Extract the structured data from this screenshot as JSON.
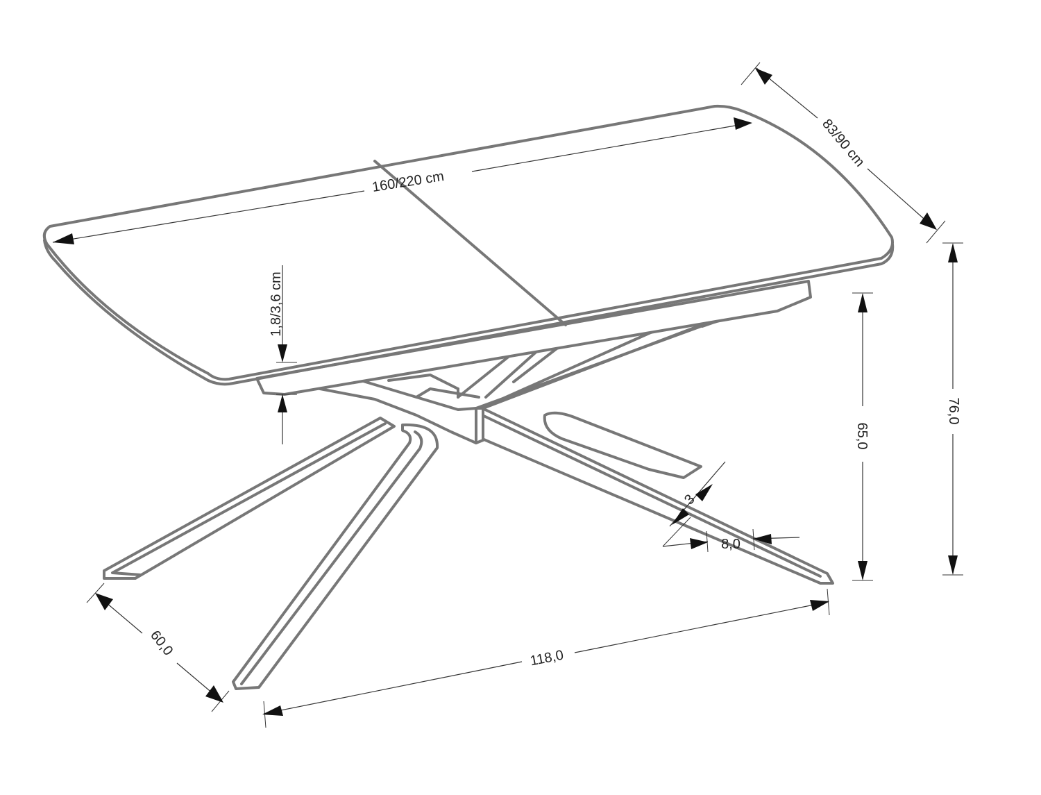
{
  "dimensions": {
    "length": "160/220 cm",
    "width": "83/90 cm",
    "top_thickness": "1,8/3,6 cm",
    "height": "76,0",
    "leg_height": "65,0",
    "base_length": "118,0",
    "base_width": "60,0",
    "leg_width": "8,0",
    "leg_thickness": "3"
  },
  "colors": {
    "line": "#777777",
    "dimension": "#333333",
    "arrow": "#111111",
    "background": "#ffffff"
  }
}
